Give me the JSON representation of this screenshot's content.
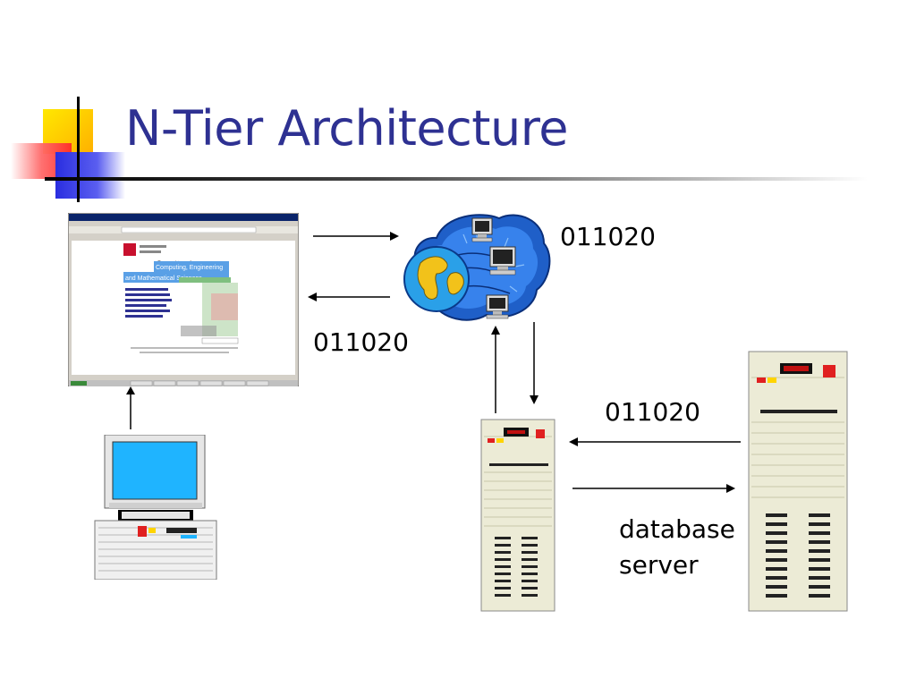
{
  "slide": {
    "title": "N-Tier Architecture"
  },
  "browser": {
    "banner_line1": "Computing, Engineering",
    "banner_line2": "and Mathematical Sciences"
  },
  "labels": {
    "internet_data": "011020",
    "client_data": "011020",
    "db_data": "011020",
    "db_server_line1": "database",
    "db_server_line2": "server"
  },
  "colors": {
    "title": "#2e3192",
    "accent_yellow": "#ffd400",
    "accent_blue": "#3a3ed6",
    "accent_red": "#ff4a4a"
  }
}
